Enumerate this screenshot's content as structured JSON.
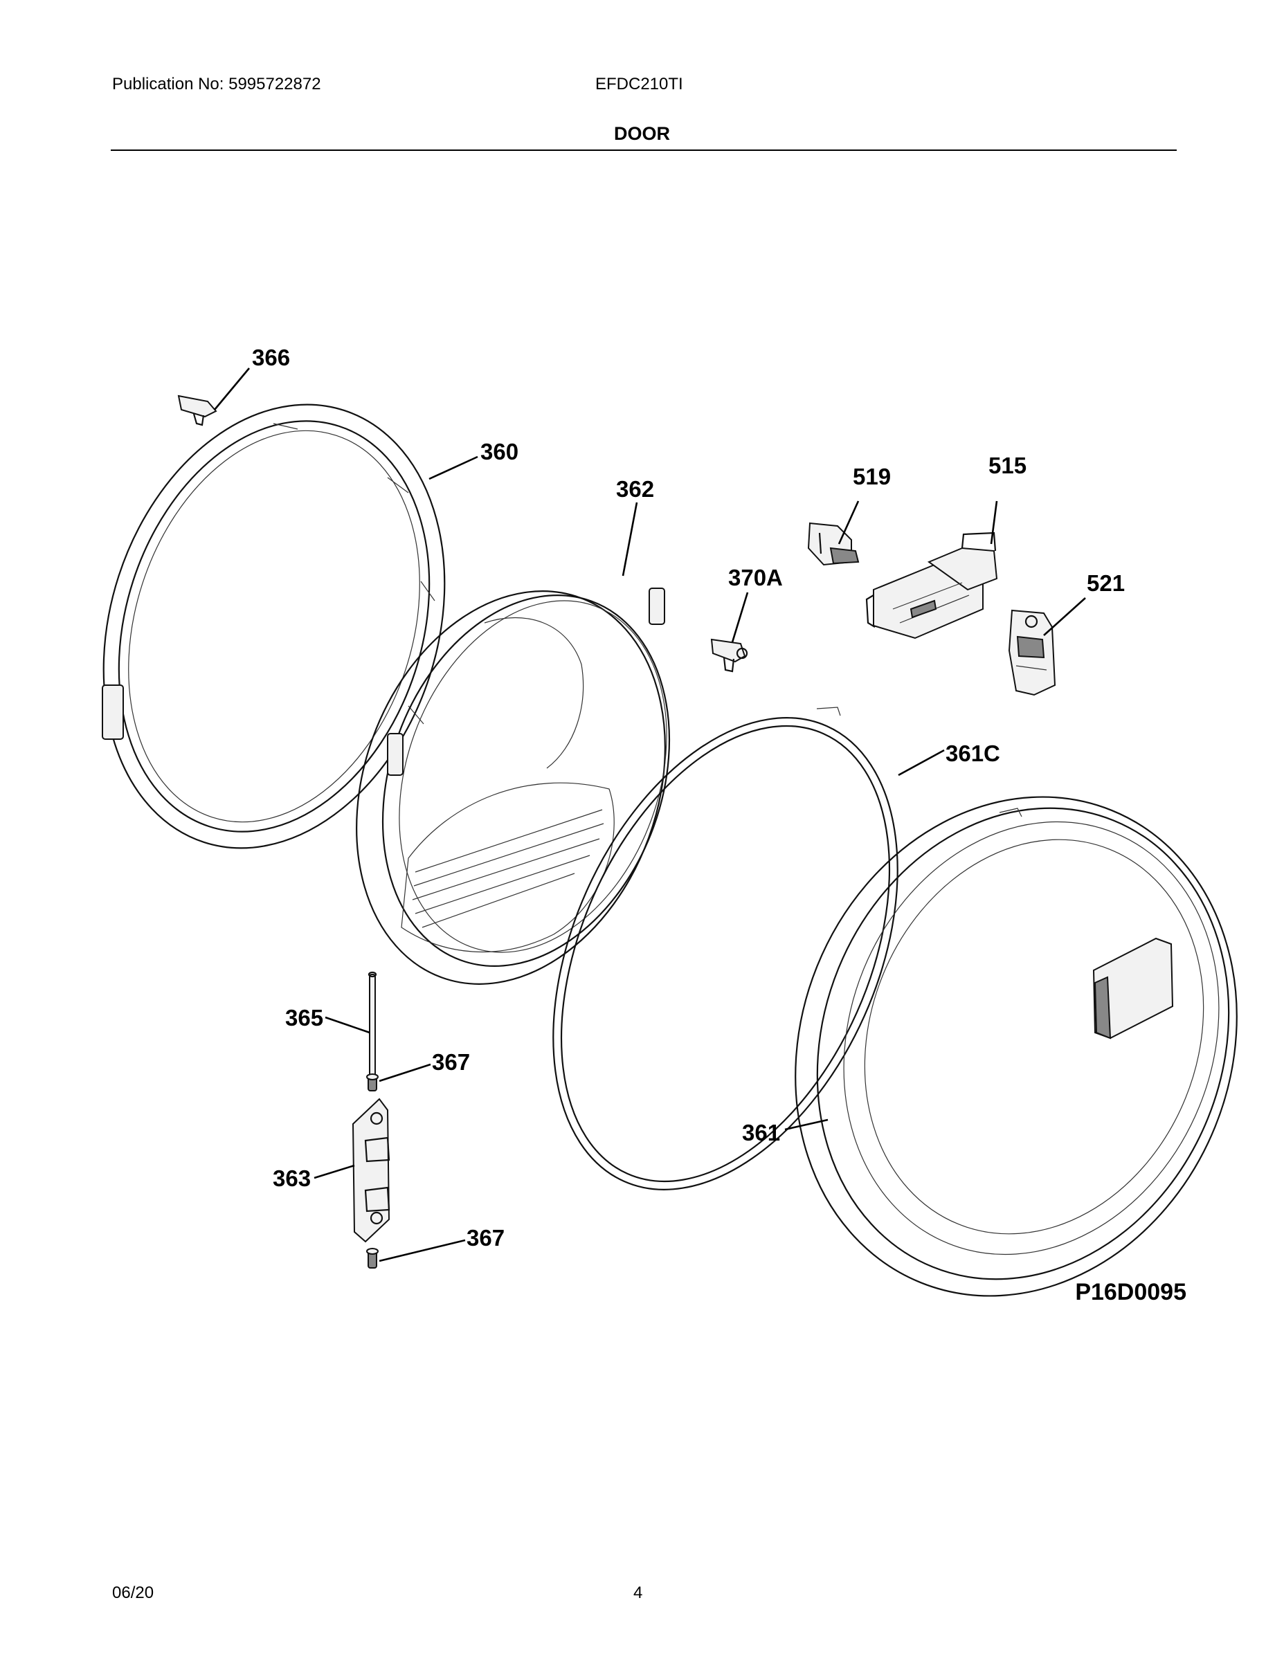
{
  "header": {
    "publication": "Publication No: 5995722872",
    "model": "EFDC210TI",
    "title": "DOOR"
  },
  "diagram": {
    "reference_code": "P16D0095",
    "callouts": {
      "c366": "366",
      "c360": "360",
      "c362": "362",
      "c519": "519",
      "c515": "515",
      "c370a": "370A",
      "c521": "521",
      "c361c": "361C",
      "c365": "365",
      "c367a": "367",
      "c363": "363",
      "c367b": "367",
      "c361": "361"
    }
  },
  "footer": {
    "date": "06/20",
    "page": "4"
  }
}
